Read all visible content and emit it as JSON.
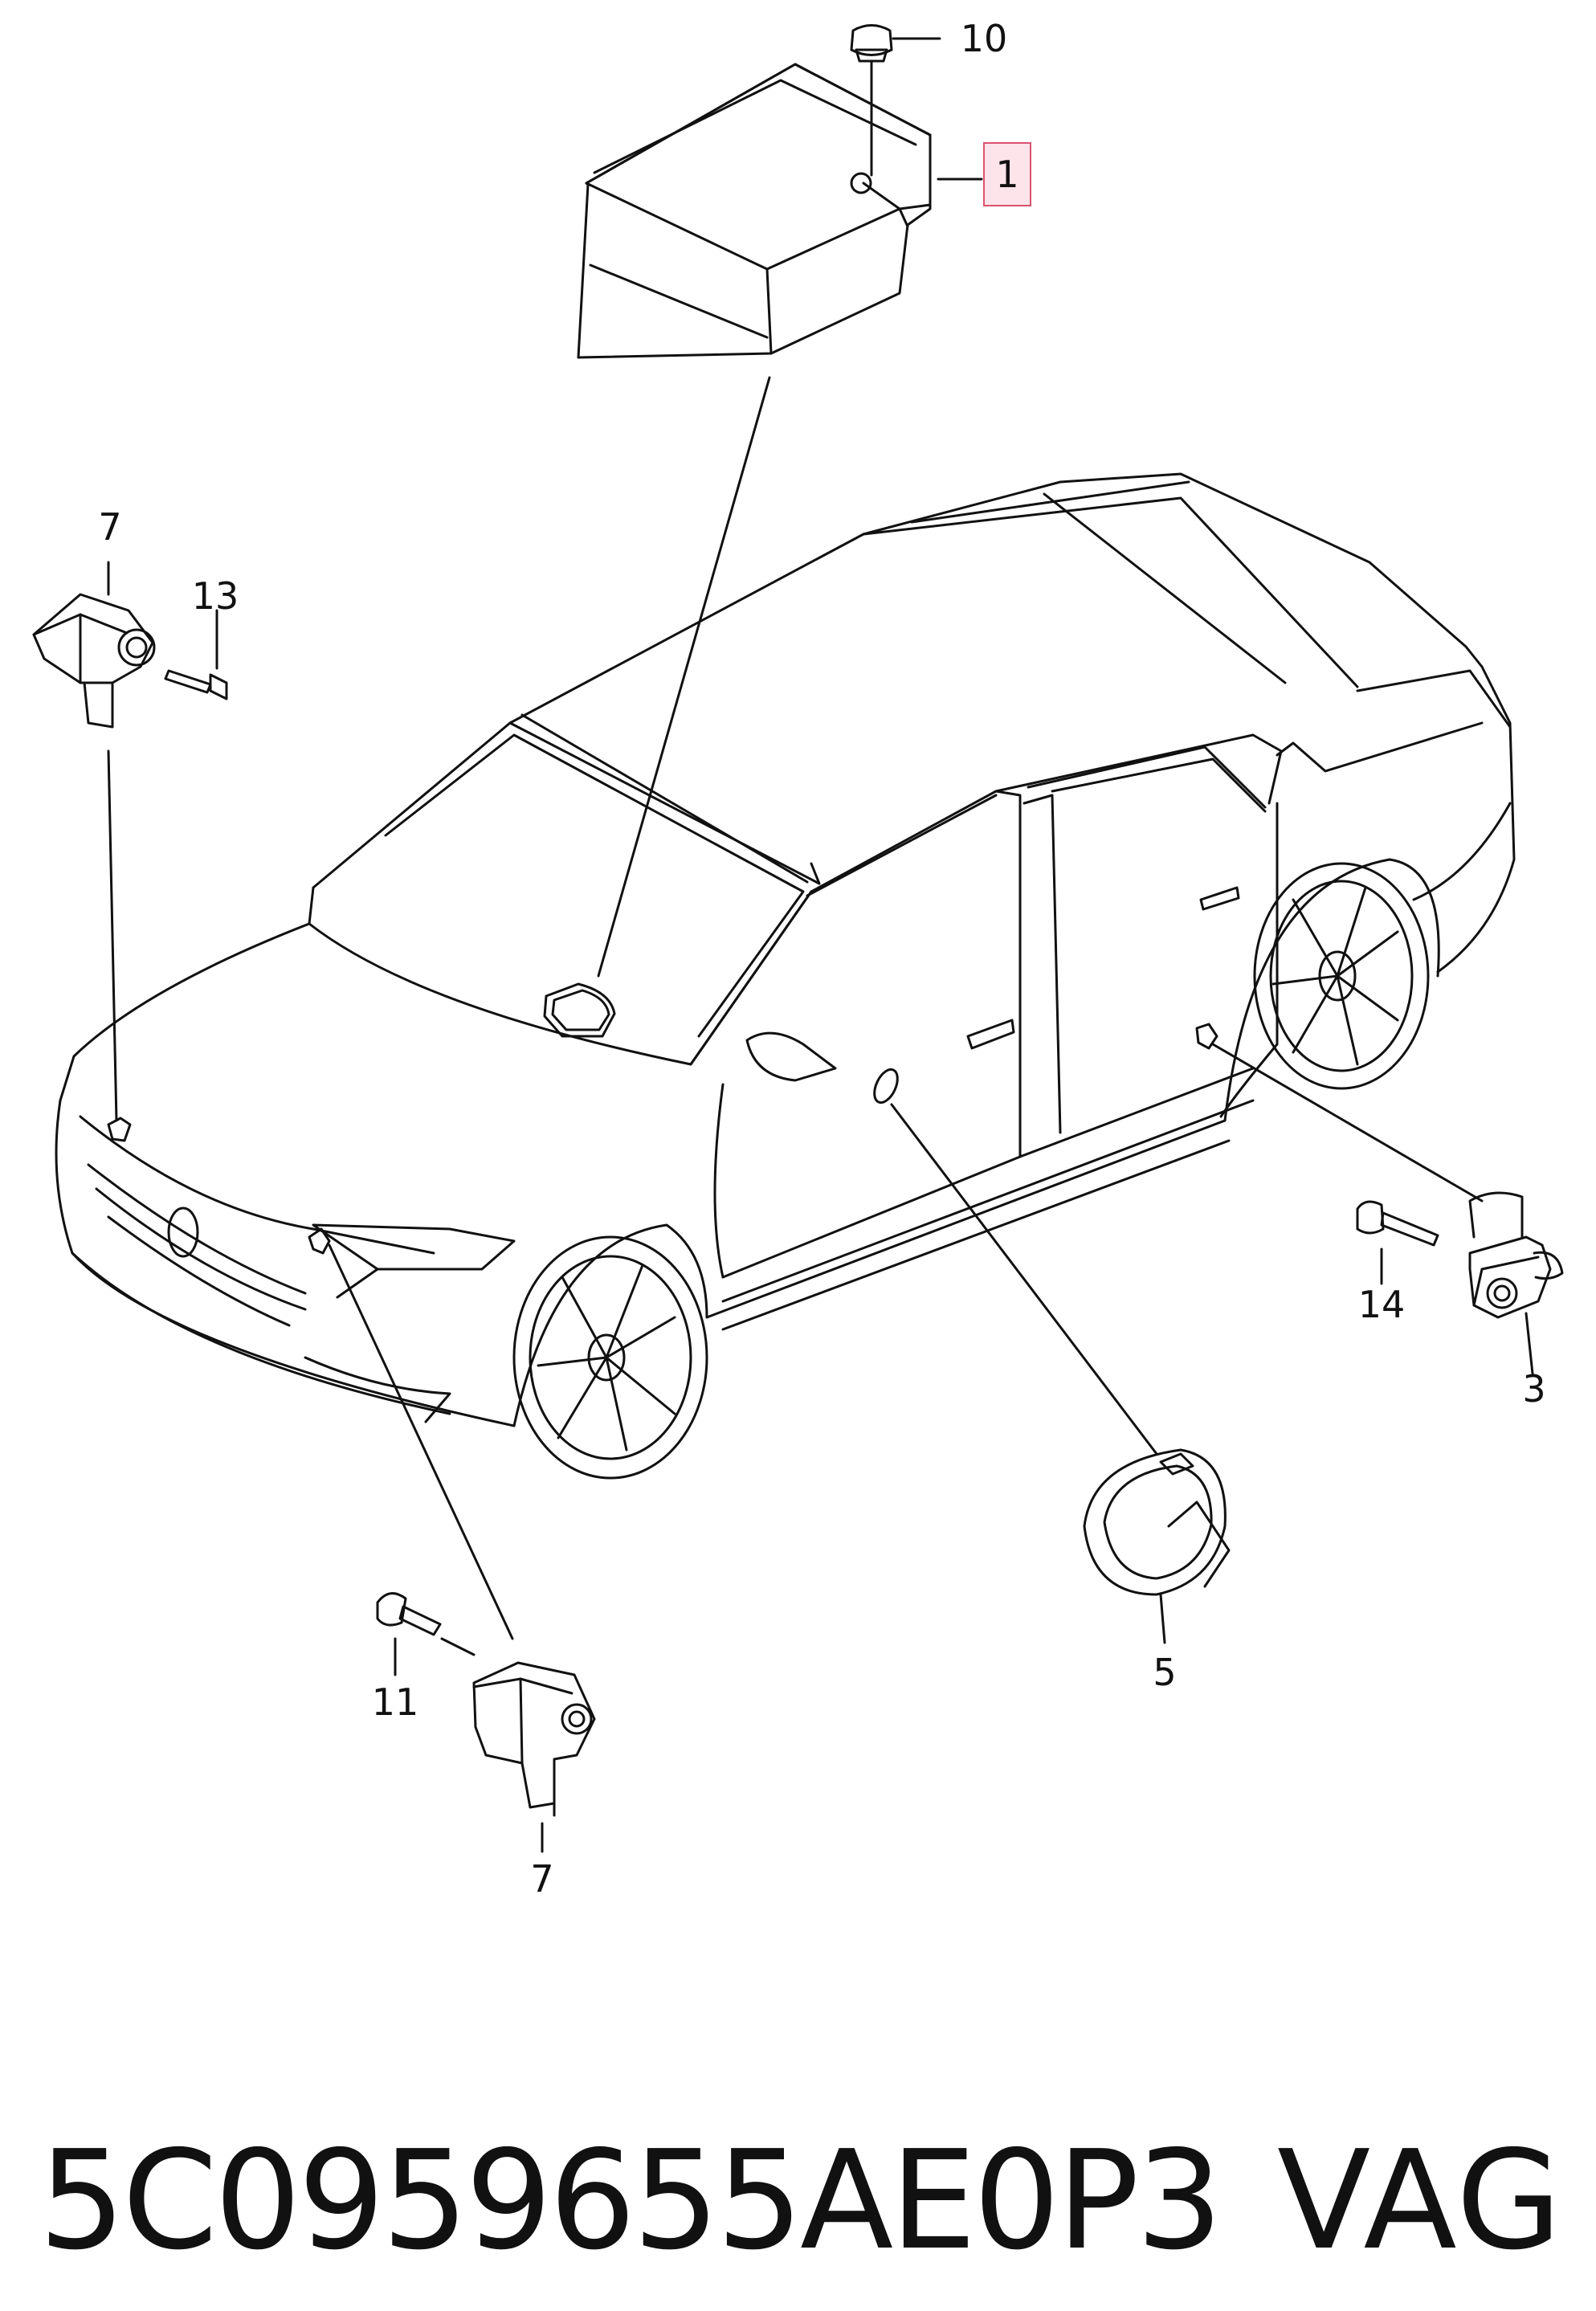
{
  "callouts": [
    {
      "id": "1",
      "label": "1",
      "highlighted": true
    },
    {
      "id": "10",
      "label": "10"
    },
    {
      "id": "7a",
      "label": "7"
    },
    {
      "id": "13",
      "label": "13"
    },
    {
      "id": "14",
      "label": "14"
    },
    {
      "id": "3",
      "label": "3"
    },
    {
      "id": "5",
      "label": "5"
    },
    {
      "id": "11",
      "label": "11"
    },
    {
      "id": "7b",
      "label": "7"
    }
  ],
  "footer": {
    "part_number": "5C0959655AE0P3",
    "brand": "VAG"
  },
  "colors": {
    "line": "#111111",
    "highlight_fill": "#fde3ea",
    "highlight_stroke": "#d9536f"
  }
}
